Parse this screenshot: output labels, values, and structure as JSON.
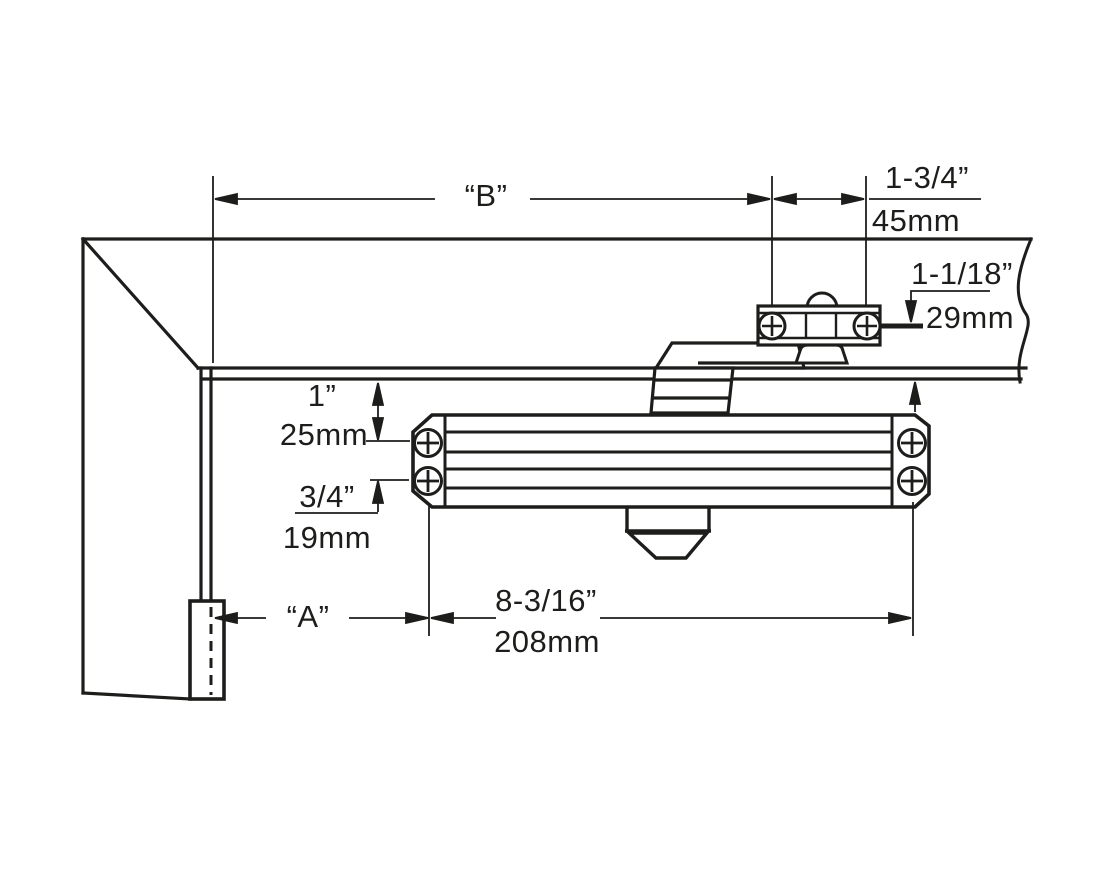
{
  "diagram": {
    "type": "technical-diagram",
    "subject": "Overhead door closer installation dimension drawing (door and frame shown in perspective)",
    "line_color": "#1d1d1b",
    "background": "#ffffff",
    "labels": {
      "b": "“B”",
      "a": "“A”",
      "top_offset_in": "1-3/4”",
      "top_offset_mm": "45mm",
      "bracket_offset_in": "1-1/18”",
      "bracket_offset_mm": "29mm",
      "frame_to_screw_in": "1”",
      "frame_to_screw_mm": "25mm",
      "screw_row_gap_in": "3/4”",
      "screw_row_gap_mm": "19mm",
      "body_screw_span_in": "8-3/16”",
      "body_screw_span_mm": "208mm"
    }
  }
}
